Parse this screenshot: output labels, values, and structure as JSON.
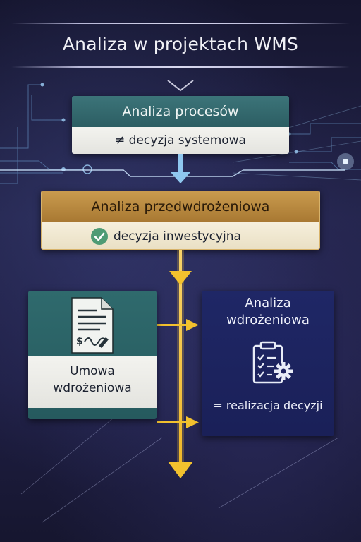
{
  "title": "Analiza w projektach WMS",
  "box1": {
    "title": "Analiza procesów",
    "subtitle": "≠ decyzja systemowa"
  },
  "box2": {
    "title": "Analiza przedwdrożeniowa",
    "subtitle": "decyzja inwestycyjna",
    "icon": "check-circle-icon"
  },
  "box3": {
    "label_line1": "Umowa",
    "label_line2": "wdrożeniowa",
    "icon": "contract-document-icon"
  },
  "box4": {
    "title_line1": "Analiza",
    "title_line2": "wdrożeniowa",
    "subtitle": "= realizacja decyzji",
    "icon": "clipboard-gear-icon"
  },
  "colors": {
    "teal": "#2f6368",
    "gold": "#b7873c",
    "navy": "#1d2360",
    "arrow_gold": "#f2c12e",
    "arrow_blue": "#8fc7ef"
  }
}
